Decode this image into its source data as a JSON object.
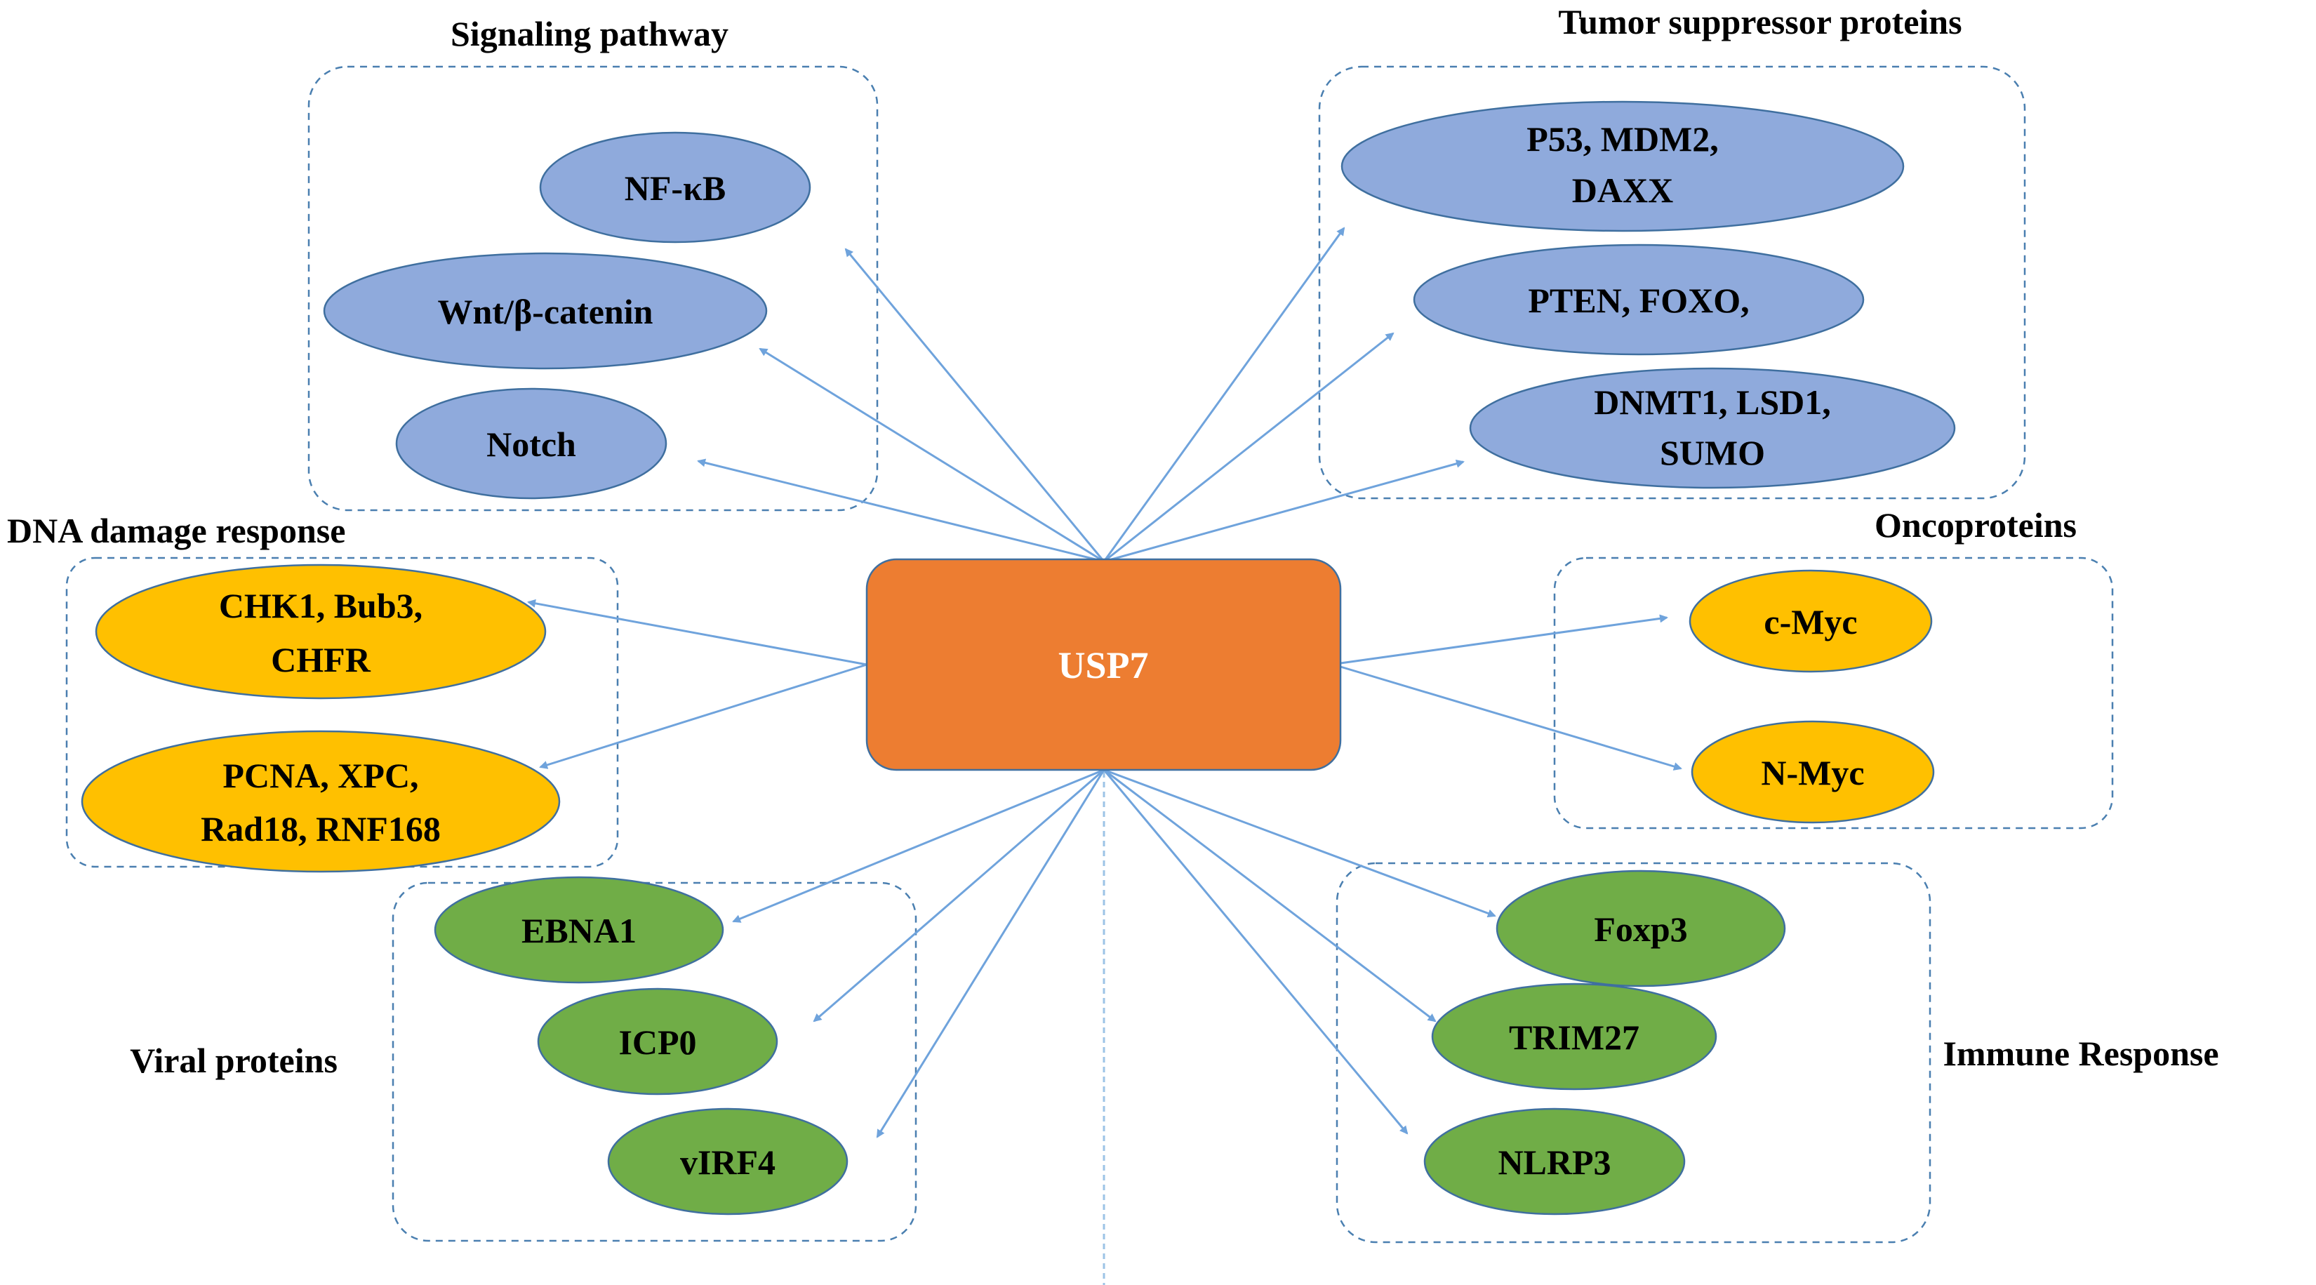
{
  "center": {
    "label": "USP7",
    "color": "#ed7d31"
  },
  "colors": {
    "blue": "#8faadc",
    "yellow": "#ffc000",
    "green": "#70ad47",
    "edge": "#6fa3dc",
    "box": "#4a7fb0"
  },
  "groups": {
    "signaling": {
      "title": "Signaling pathway",
      "nodes": [
        "NF-κB",
        "Wnt/β-catenin",
        "Notch"
      ]
    },
    "tumor": {
      "title": "Tumor suppressor proteins",
      "nodes": [
        [
          "P53, MDM2,",
          "DAXX"
        ],
        [
          "PTEN, FOXO,"
        ],
        [
          "DNMT1, LSD1,",
          "SUMO"
        ]
      ]
    },
    "dna": {
      "title": "DNA damage response",
      "nodes": [
        [
          "CHK1, Bub3,",
          "CHFR"
        ],
        [
          "PCNA, XPC,",
          "Rad18, RNF168"
        ]
      ]
    },
    "onco": {
      "title": "Oncoproteins",
      "nodes": [
        "c-Myc",
        "N-Myc"
      ]
    },
    "viral": {
      "title": "Viral proteins",
      "nodes": [
        "EBNA1",
        "ICP0",
        "vIRF4"
      ]
    },
    "immune": {
      "title": "Immune Response",
      "nodes": [
        "Foxp3",
        "TRIM27",
        "NLRP3"
      ]
    }
  }
}
